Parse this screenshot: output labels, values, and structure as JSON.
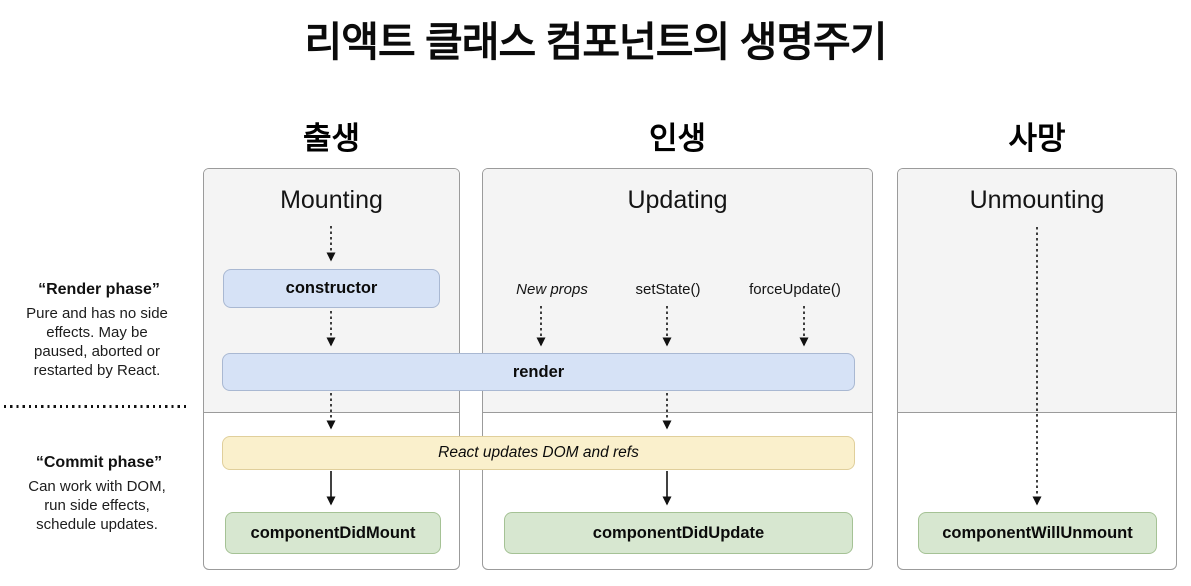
{
  "title": "리액트 클래스 컴포넌트의 생명주기",
  "columns": [
    {
      "korean_label": "출생",
      "panel_title": "Mounting"
    },
    {
      "korean_label": "인생",
      "panel_title": "Updating"
    },
    {
      "korean_label": "사망",
      "panel_title": "Unmounting"
    }
  ],
  "sidebar": {
    "render_phase": {
      "title": "“Render phase”",
      "description": "Pure and has no side effects. May be paused, aborted or restarted by React."
    },
    "commit_phase": {
      "title": "“Commit phase”",
      "description": "Can work with DOM, run side effects, schedule updates."
    }
  },
  "triggers": {
    "new_props": "New props",
    "set_state": "setState()",
    "force_update": "forceUpdate()"
  },
  "nodes": {
    "constructor": "constructor",
    "render": "render",
    "react_updates": "React updates DOM and refs",
    "component_did_mount": "componentDidMount",
    "component_did_update": "componentDidUpdate",
    "component_will_unmount": "componentWillUnmount"
  },
  "colors": {
    "panel_background": "#f4f4f4",
    "panel_border": "#9b9b9b",
    "blue_fill": "#d6e2f6",
    "blue_border": "#a9b8d2",
    "yellow_fill": "#faf0cc",
    "yellow_border": "#e0cf9b",
    "green_fill": "#d7e7d0",
    "green_border": "#a5c295",
    "arrow": "#111111"
  }
}
